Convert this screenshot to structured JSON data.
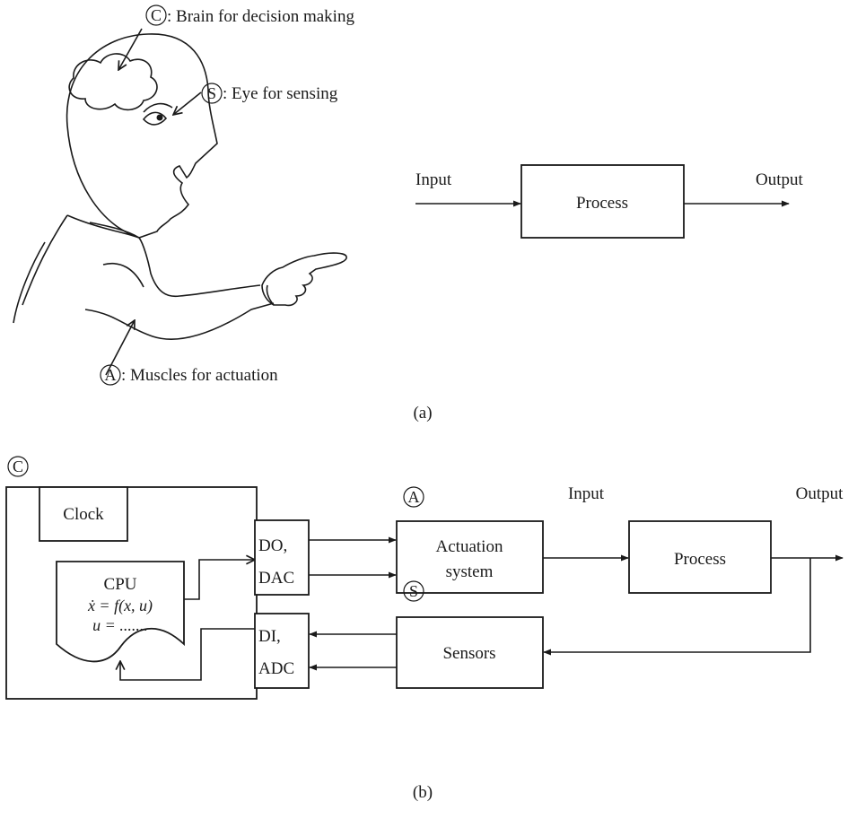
{
  "figure_a": {
    "label": "(a)",
    "brain_symbol": "C",
    "brain_caption": ": Brain for decision making",
    "eye_symbol": "S",
    "eye_caption": ": Eye for sensing",
    "muscle_symbol": "A",
    "muscle_caption": ": Muscles for actuation",
    "input_label": "Input",
    "process_label": "Process",
    "output_label": "Output"
  },
  "figure_b": {
    "label": "(b)",
    "controller_symbol": "C",
    "clock_label": "Clock",
    "cpu_label": "CPU",
    "cpu_eq1": "ẋ = f(x, u)",
    "cpu_eq2": "u = .......",
    "do_line1": "DO,",
    "do_line2": "DAC",
    "di_line1": "DI,",
    "di_line2": "ADC",
    "actuation_symbol": "A",
    "actuation_line1": "Actuation",
    "actuation_line2": "system",
    "input_label": "Input",
    "process_label": "Process",
    "output_label": "Output",
    "sensor_symbol": "S",
    "sensors_label": "Sensors"
  }
}
